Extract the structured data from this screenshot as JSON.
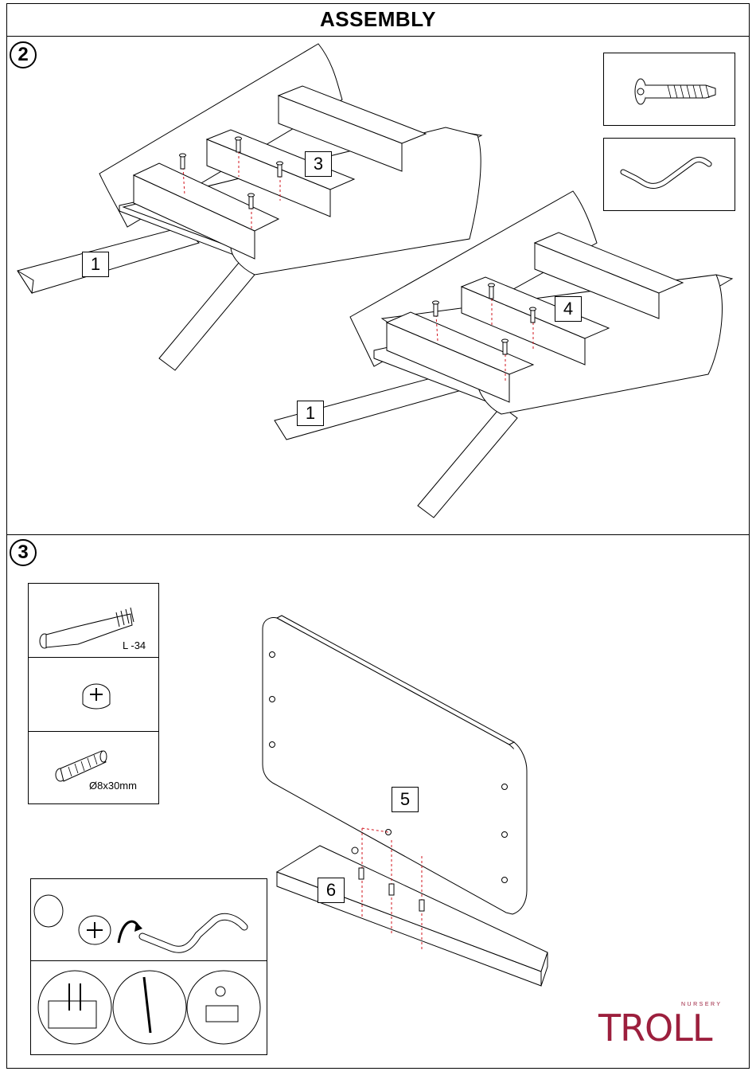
{
  "page_title": "ASSEMBLY",
  "steps": {
    "step2": {
      "number": "2",
      "labels": {
        "part1_left": "1",
        "part1_right": "1",
        "part3": "3",
        "part4": "4"
      }
    },
    "step3": {
      "number": "3",
      "labels": {
        "part5": "5",
        "part6": "6"
      }
    }
  },
  "hardware": {
    "cam_bolt_label": "L -34",
    "dowel_label": "Ø8x30mm"
  },
  "icons": [
    "bolt-icon",
    "allen-key-icon",
    "cam-bolt-icon",
    "cam-lock-icon",
    "dowel-icon"
  ],
  "brand": {
    "name": "TROLL",
    "tagline": "NURSERY",
    "color": "#9c1f3d"
  },
  "accent_colors": {
    "guide_line": "#d2141e"
  }
}
